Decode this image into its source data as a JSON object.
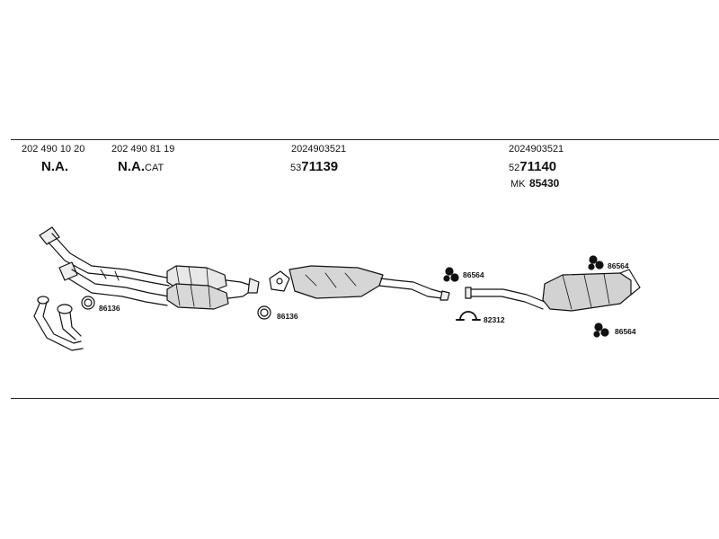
{
  "labels": {
    "group1": {
      "part_no": "202 490 10 20",
      "name": "N.A."
    },
    "group2": {
      "part_no": "202 490 81 19",
      "name": "N.A.",
      "suffix": "CAT"
    },
    "group3": {
      "part_no": "2024903521",
      "prefix": "53",
      "code": "71139"
    },
    "group4": {
      "part_no": "2024903521",
      "prefix": "52",
      "code": "71140",
      "mk_label": "MK",
      "mk_code": "85430"
    }
  },
  "callouts": {
    "ring_left": "86136",
    "ring_mid": "86136",
    "hanger_mid": "86564",
    "clamp": "82312",
    "hanger_top_right": "86564",
    "hanger_bottom_right": "86564"
  }
}
